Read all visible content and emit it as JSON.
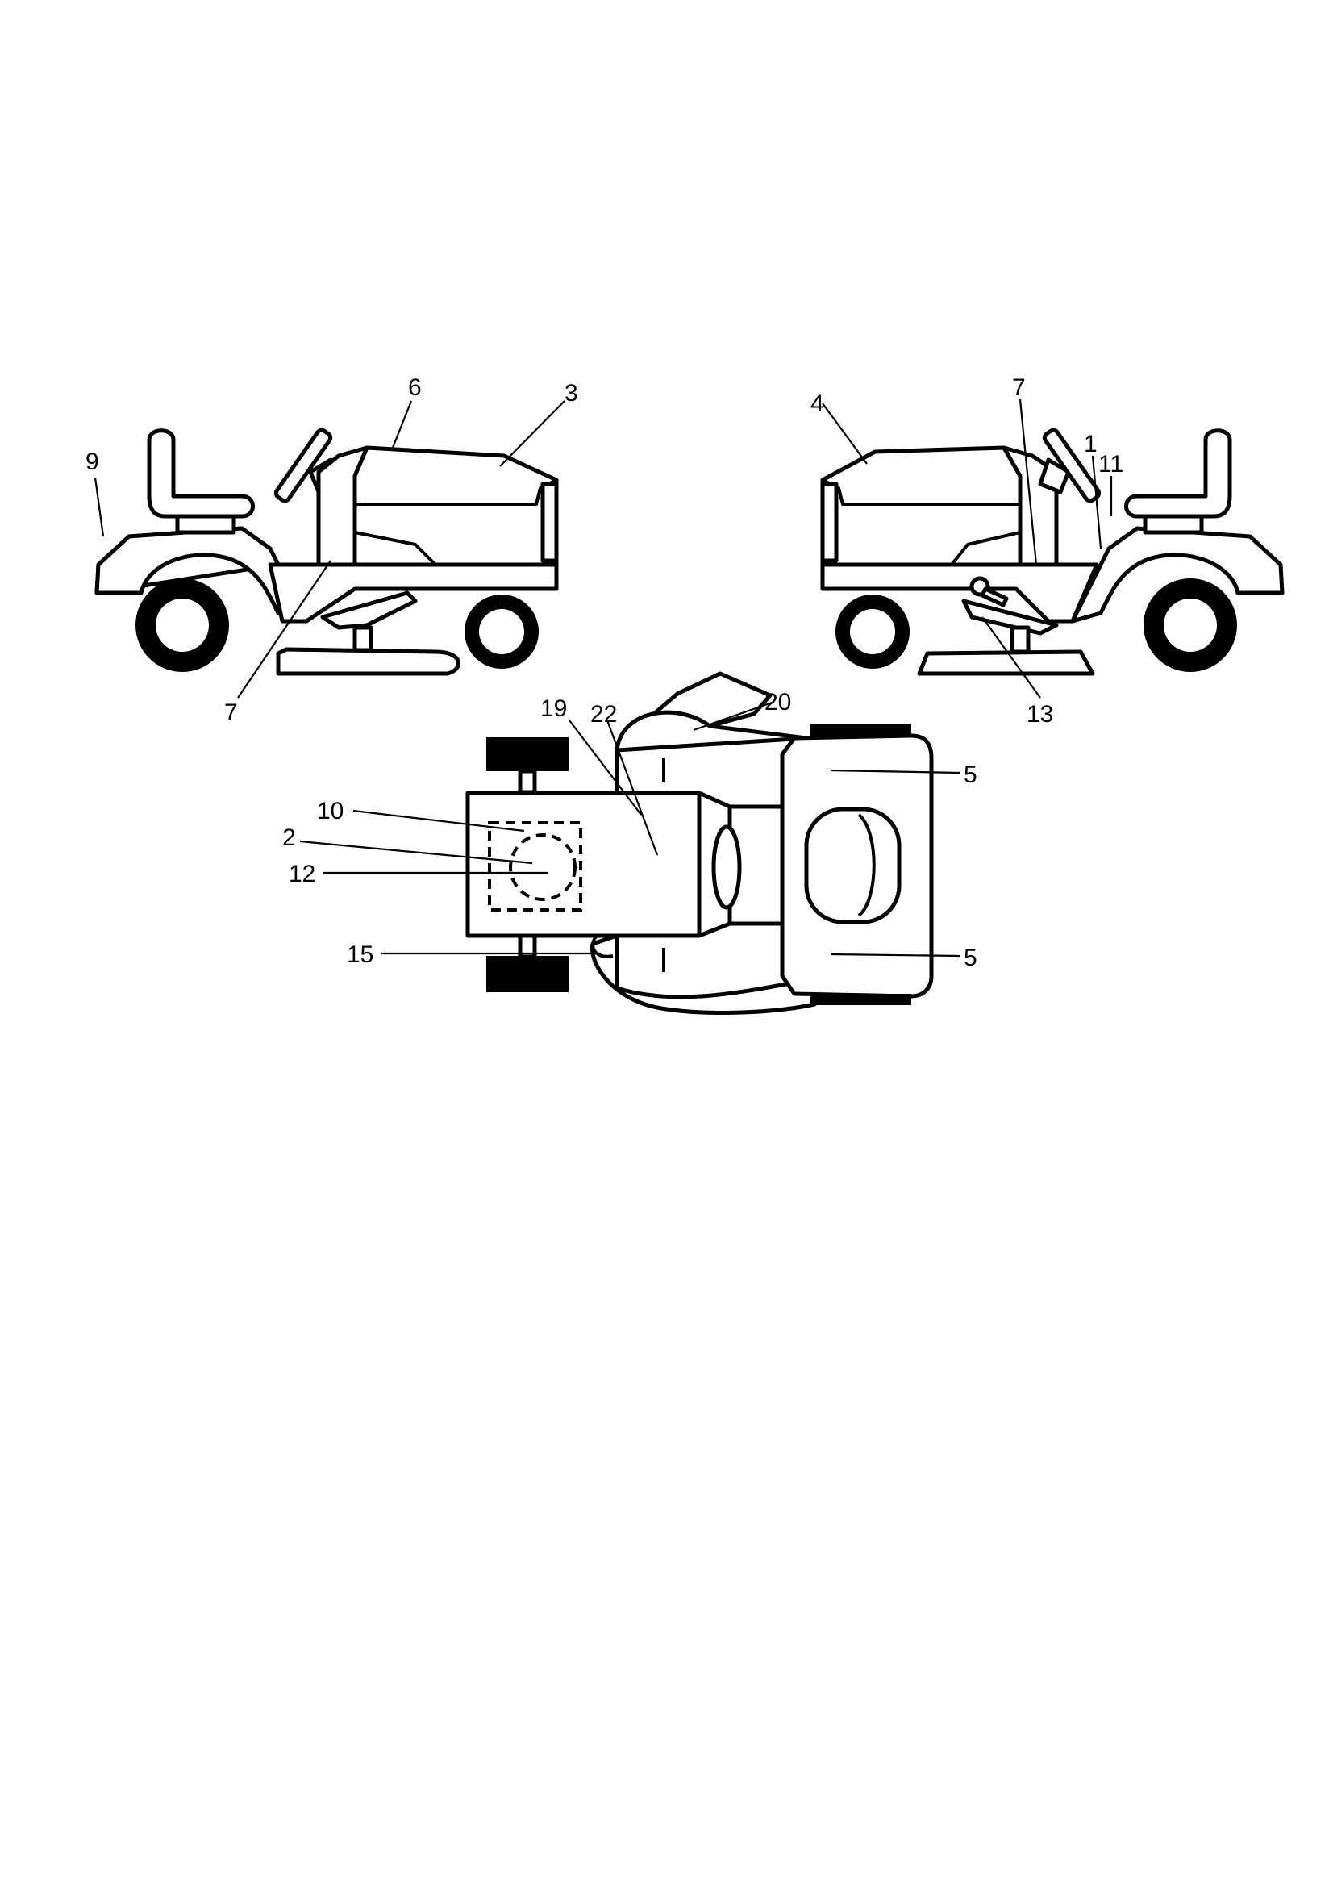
{
  "callouts": {
    "left_view": {
      "c6": "6",
      "c3": "3",
      "c9": "9",
      "c7": "7"
    },
    "right_view": {
      "c4": "4",
      "c7": "7",
      "c1": "1",
      "c11": "11",
      "c13": "13"
    },
    "top_view": {
      "c19": "19",
      "c22": "22",
      "c20": "20",
      "c10": "10",
      "c2": "2",
      "c12": "12",
      "c15": "15",
      "c5a": "5",
      "c5b": "5"
    }
  },
  "colors": {
    "ink": "#000000",
    "paper": "#ffffff"
  }
}
